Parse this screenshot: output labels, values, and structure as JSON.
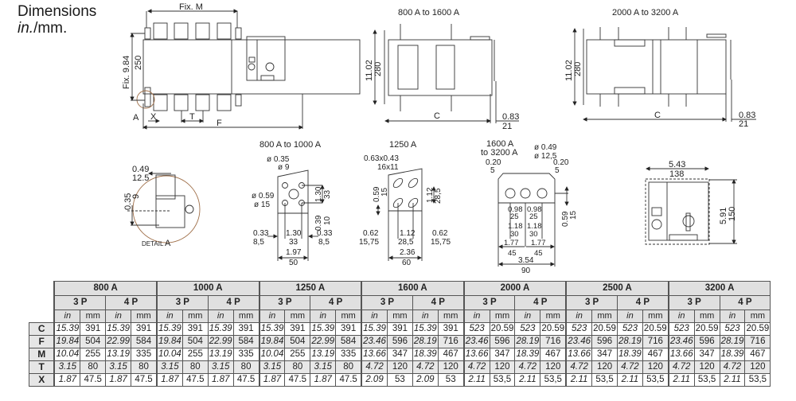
{
  "heading": {
    "line1": "Dimensions",
    "line2_italic": "in.",
    "line2_rest": "/mm."
  },
  "front_view": {
    "fix_m": "Fix. M",
    "fix_height_in": "Fix. 9.84",
    "fix_height_mm": "250",
    "label_a": "A",
    "label_x": "X",
    "label_t": "T",
    "label_f": "F"
  },
  "side_view_small": {
    "title": "800 A to 1600 A",
    "height_in": "11.02",
    "height_mm": "280",
    "label_c": "C",
    "offset_in": "0.83",
    "offset_mm": "21"
  },
  "side_view_large": {
    "title": "2000 A to 3200 A",
    "height_in": "11.02",
    "height_mm": "280",
    "label_c": "C",
    "offset_in": "0.83",
    "offset_mm": "21"
  },
  "detail_a": {
    "w_in": "0.49",
    "w_mm": "12.5",
    "h_in": "0.35",
    "h_mm": "9",
    "caption": "DETAIL",
    "caption_letter": "A"
  },
  "terminal_800_1000": {
    "title": "800 A to 1000 A",
    "hole_small_in": "ø 0.35",
    "hole_small_mm": "ø 9",
    "hole_big_in": "ø 0.59",
    "hole_big_mm": "ø 15",
    "v_spacing_in": "1.30",
    "v_spacing_mm": "33",
    "bottom_in": "0.39",
    "bottom_mm": "10",
    "side_l_in": "0.33",
    "side_l_mm": "8,5",
    "mid_in": "1.30",
    "mid_mm": "33",
    "side_r_in": "0.33",
    "side_r_mm": "8,5",
    "width_in": "1.97",
    "width_mm": "50"
  },
  "terminal_1250": {
    "title": "1250 A",
    "slot_in": "0.63x0.43",
    "slot_mm": "16x11",
    "bottom_in": "0.59",
    "bottom_mm": "15",
    "v_spacing_in": "1.12",
    "v_spacing_mm": "28,5",
    "side_l_in": "0.62",
    "side_l_mm": "15,75",
    "mid_in": "1.12",
    "mid_mm": "28,5",
    "side_r_in": "0.62",
    "side_r_mm": "15,75",
    "width_in": "2.36",
    "width_mm": "60"
  },
  "terminal_1600_3200": {
    "title_line1": "1600 A",
    "title_line2": "to 3200 A",
    "hole_in": "ø 0.49",
    "hole_mm": "ø 12,5",
    "edge_l_in": "0.20",
    "edge_l_mm": "5",
    "edge_r_in": "0.20",
    "edge_r_mm": "5",
    "bottom_in": "0.59",
    "bottom_mm": "15",
    "s1_in": "0.98",
    "s1_mm": "25",
    "s2_in": "1.18",
    "s2_mm": "30",
    "s3_in": "1.77",
    "s3_mm": "45",
    "width_in": "3.54",
    "width_mm": "90"
  },
  "handle_module": {
    "width_in": "5.43",
    "width_mm": "138",
    "height_in": "5.91",
    "height_mm": "150"
  },
  "table": {
    "ratings": [
      "800 A",
      "1000 A",
      "1250 A",
      "1600 A",
      "2000 A",
      "2500 A",
      "3200 A"
    ],
    "poles": [
      "3 P",
      "4 P"
    ],
    "units": [
      "in",
      "mm"
    ],
    "rows": [
      {
        "label": "C",
        "values": [
          [
            "15.39",
            "391",
            "15.39",
            "391"
          ],
          [
            "15.39",
            "391",
            "15.39",
            "391"
          ],
          [
            "15.39",
            "391",
            "15.39",
            "391"
          ],
          [
            "15.39",
            "391",
            "15.39",
            "391"
          ],
          [
            "523",
            "20.59",
            "523",
            "20.59"
          ],
          [
            "523",
            "20.59",
            "523",
            "20.59"
          ],
          [
            "523",
            "20.59",
            "523",
            "20.59"
          ]
        ]
      },
      {
        "label": "F",
        "values": [
          [
            "19.84",
            "504",
            "22.99",
            "584"
          ],
          [
            "19.84",
            "504",
            "22.99",
            "584"
          ],
          [
            "19.84",
            "504",
            "22.99",
            "584"
          ],
          [
            "23.46",
            "596",
            "28.19",
            "716"
          ],
          [
            "23.46",
            "596",
            "28.19",
            "716"
          ],
          [
            "23.46",
            "596",
            "28.19",
            "716"
          ],
          [
            "23.46",
            "596",
            "28.19",
            "716"
          ]
        ]
      },
      {
        "label": "M",
        "values": [
          [
            "10.04",
            "255",
            "13.19",
            "335"
          ],
          [
            "10.04",
            "255",
            "13.19",
            "335"
          ],
          [
            "10.04",
            "255",
            "13.19",
            "335"
          ],
          [
            "13.66",
            "347",
            "18.39",
            "467"
          ],
          [
            "13.66",
            "347",
            "18.39",
            "467"
          ],
          [
            "13.66",
            "347",
            "18.39",
            "467"
          ],
          [
            "13.66",
            "347",
            "18.39",
            "467"
          ]
        ]
      },
      {
        "label": "T",
        "values": [
          [
            "3.15",
            "80",
            "3.15",
            "80"
          ],
          [
            "3.15",
            "80",
            "3.15",
            "80"
          ],
          [
            "3.15",
            "80",
            "3.15",
            "80"
          ],
          [
            "4.72",
            "120",
            "4.72",
            "120"
          ],
          [
            "4.72",
            "120",
            "4.72",
            "120"
          ],
          [
            "4.72",
            "120",
            "4.72",
            "120"
          ],
          [
            "4.72",
            "120",
            "4.72",
            "120"
          ]
        ]
      },
      {
        "label": "X",
        "values": [
          [
            "1.87",
            "47.5",
            "1.87",
            "47.5"
          ],
          [
            "1.87",
            "47.5",
            "1.87",
            "47.5"
          ],
          [
            "1.87",
            "47.5",
            "1.87",
            "47.5"
          ],
          [
            "2.09",
            "53",
            "2.09",
            "53"
          ],
          [
            "2.11",
            "53,5",
            "2.11",
            "53,5"
          ],
          [
            "2.11",
            "53,5",
            "2.11",
            "53,5"
          ],
          [
            "2.11",
            "53,5",
            "2.11",
            "53,5"
          ]
        ]
      }
    ]
  }
}
